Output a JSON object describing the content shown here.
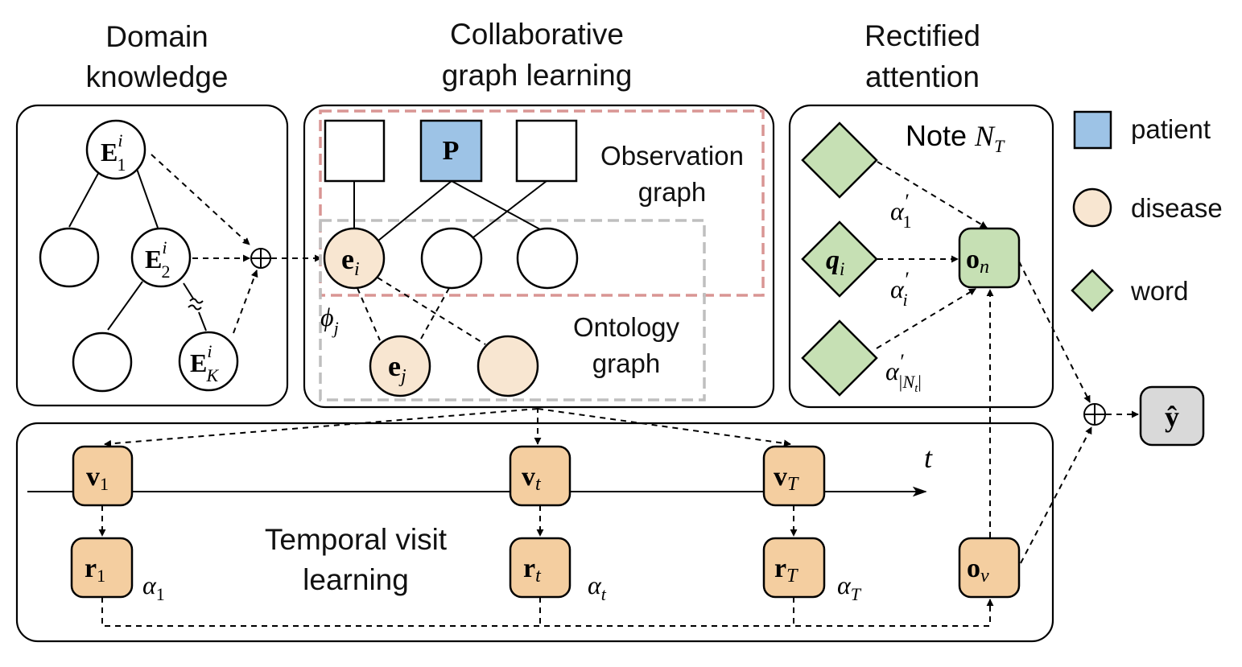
{
  "colors": {
    "patient": "#9dc3e6",
    "disease": "#f8e6d1",
    "word": "#c6e0b4",
    "visit": "#f4cea0",
    "output": "#d9d9d9",
    "observation_border": "#d99594",
    "ontology_border": "#bfbfbf"
  },
  "titles": {
    "domain": [
      "Domain",
      "knowledge"
    ],
    "collab": [
      "Collaborative",
      "graph learning"
    ],
    "rectified": [
      "Rectified",
      "attention"
    ]
  },
  "legend": {
    "patient": "patient",
    "disease": "disease",
    "word": "word"
  },
  "graph_labels": {
    "observation": [
      "Observation",
      "graph"
    ],
    "ontology": [
      "Ontology",
      "graph"
    ]
  },
  "domain_nodes": {
    "e1": {
      "base": "E",
      "sup": "i",
      "sub": "1"
    },
    "e2": {
      "base": "E",
      "sup": "i",
      "sub": "2"
    },
    "ek": {
      "base": "E",
      "sup": "i",
      "sub": "K"
    }
  },
  "collab_nodes": {
    "patient": "P",
    "ei": {
      "base": "e",
      "sub": "i"
    },
    "ej": {
      "base": "e",
      "sub": "j"
    },
    "phi": {
      "base": "ϕ",
      "sub": "j"
    }
  },
  "rectified": {
    "note": {
      "text": "Note ",
      "var": "N",
      "sub": "T"
    },
    "q": {
      "base": "q",
      "sub": "i"
    },
    "on": {
      "base": "o",
      "sub": "n"
    },
    "alpha1": {
      "base": "α",
      "sup": "′",
      "sub": "1"
    },
    "alphai": {
      "base": "α",
      "sup": "′",
      "sub": "i"
    },
    "alphaN": {
      "base": "α",
      "sup": "′",
      "sub": "|N",
      "subsub": "t",
      "tail": "|"
    }
  },
  "temporal": {
    "title": [
      "Temporal visit",
      "learning"
    ],
    "axis_label": "t",
    "v": [
      {
        "base": "v",
        "sub": "1"
      },
      {
        "base": "v",
        "sub": "t"
      },
      {
        "base": "v",
        "sub": "T"
      }
    ],
    "r": [
      {
        "base": "r",
        "sub": "1"
      },
      {
        "base": "r",
        "sub": "t"
      },
      {
        "base": "r",
        "sub": "T"
      }
    ],
    "alpha": [
      {
        "base": "α",
        "sub": "1"
      },
      {
        "base": "α",
        "sub": "t"
      },
      {
        "base": "α",
        "sub": "T"
      }
    ],
    "ov": {
      "base": "o",
      "sub": "v"
    }
  },
  "output": {
    "y_hat": "ŷ"
  },
  "operator": "⊕"
}
